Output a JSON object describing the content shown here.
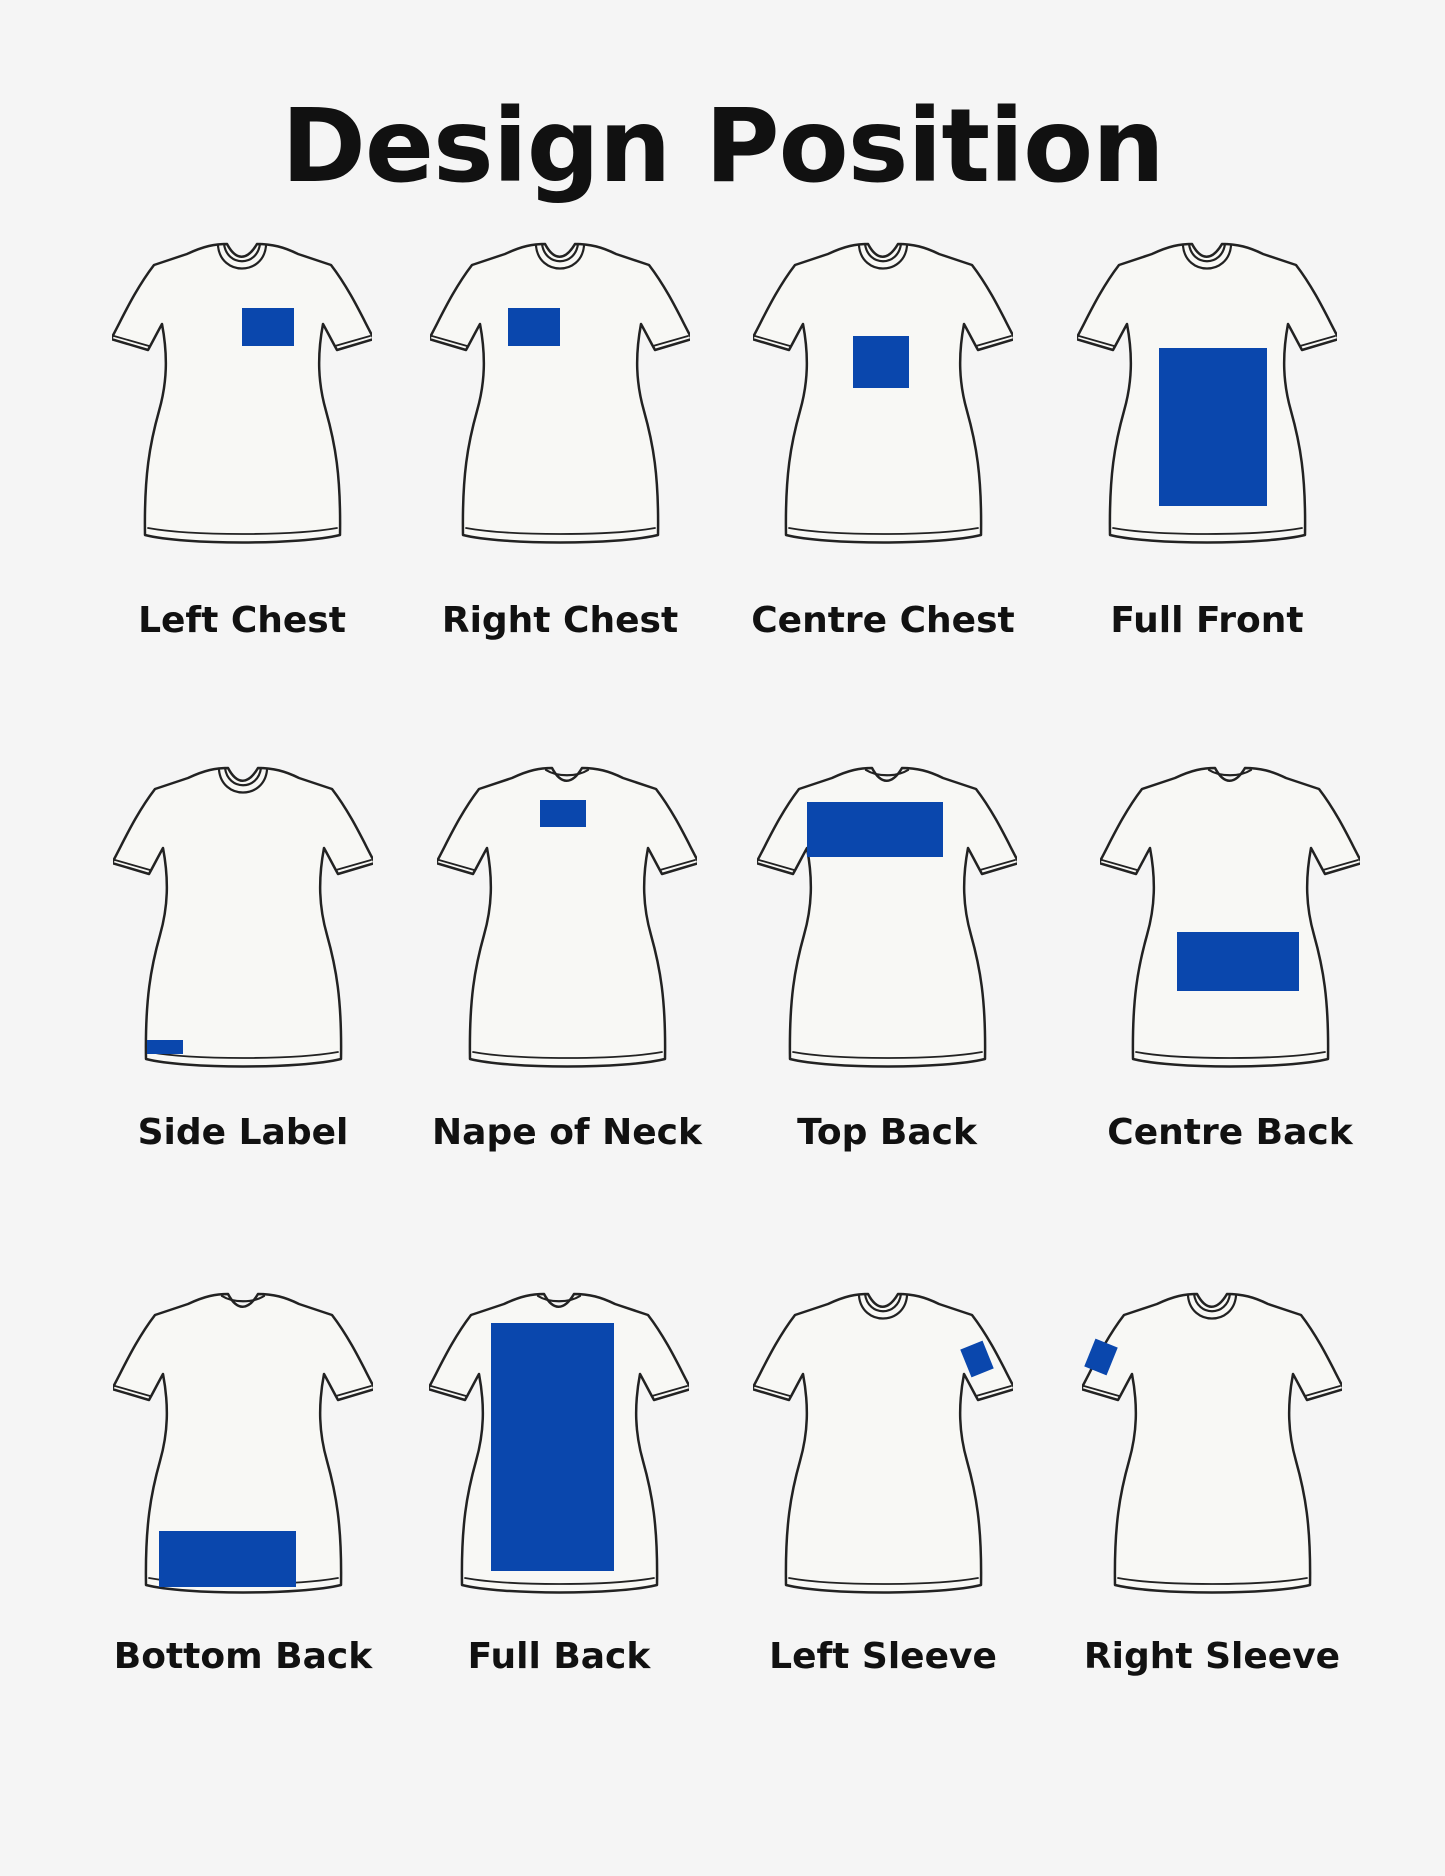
{
  "title": "Design Position",
  "colors": {
    "background": "#f5f5f5",
    "shirt_fill": "#f8f8f5",
    "shirt_outline": "#222222",
    "print_area": "#0a47ad"
  },
  "positions": [
    {
      "label": "Left Chest",
      "view": "front",
      "icon": "t-shirt-front-icon"
    },
    {
      "label": "Right Chest",
      "view": "front",
      "icon": "t-shirt-front-icon"
    },
    {
      "label": "Centre Chest",
      "view": "front",
      "icon": "t-shirt-front-icon"
    },
    {
      "label": "Full Front",
      "view": "front",
      "icon": "t-shirt-front-icon"
    },
    {
      "label": "Side Label",
      "view": "front",
      "icon": "t-shirt-front-icon"
    },
    {
      "label": "Nape of Neck",
      "view": "back",
      "icon": "t-shirt-back-icon"
    },
    {
      "label": "Top Back",
      "view": "back",
      "icon": "t-shirt-back-icon"
    },
    {
      "label": "Centre Back",
      "view": "back",
      "icon": "t-shirt-back-icon"
    },
    {
      "label": "Bottom Back",
      "view": "back",
      "icon": "t-shirt-back-icon"
    },
    {
      "label": "Full Back",
      "view": "back",
      "icon": "t-shirt-back-icon"
    },
    {
      "label": "Left Sleeve",
      "view": "front",
      "icon": "t-shirt-front-icon"
    },
    {
      "label": "Right Sleeve",
      "view": "front",
      "icon": "t-shirt-front-icon"
    }
  ]
}
